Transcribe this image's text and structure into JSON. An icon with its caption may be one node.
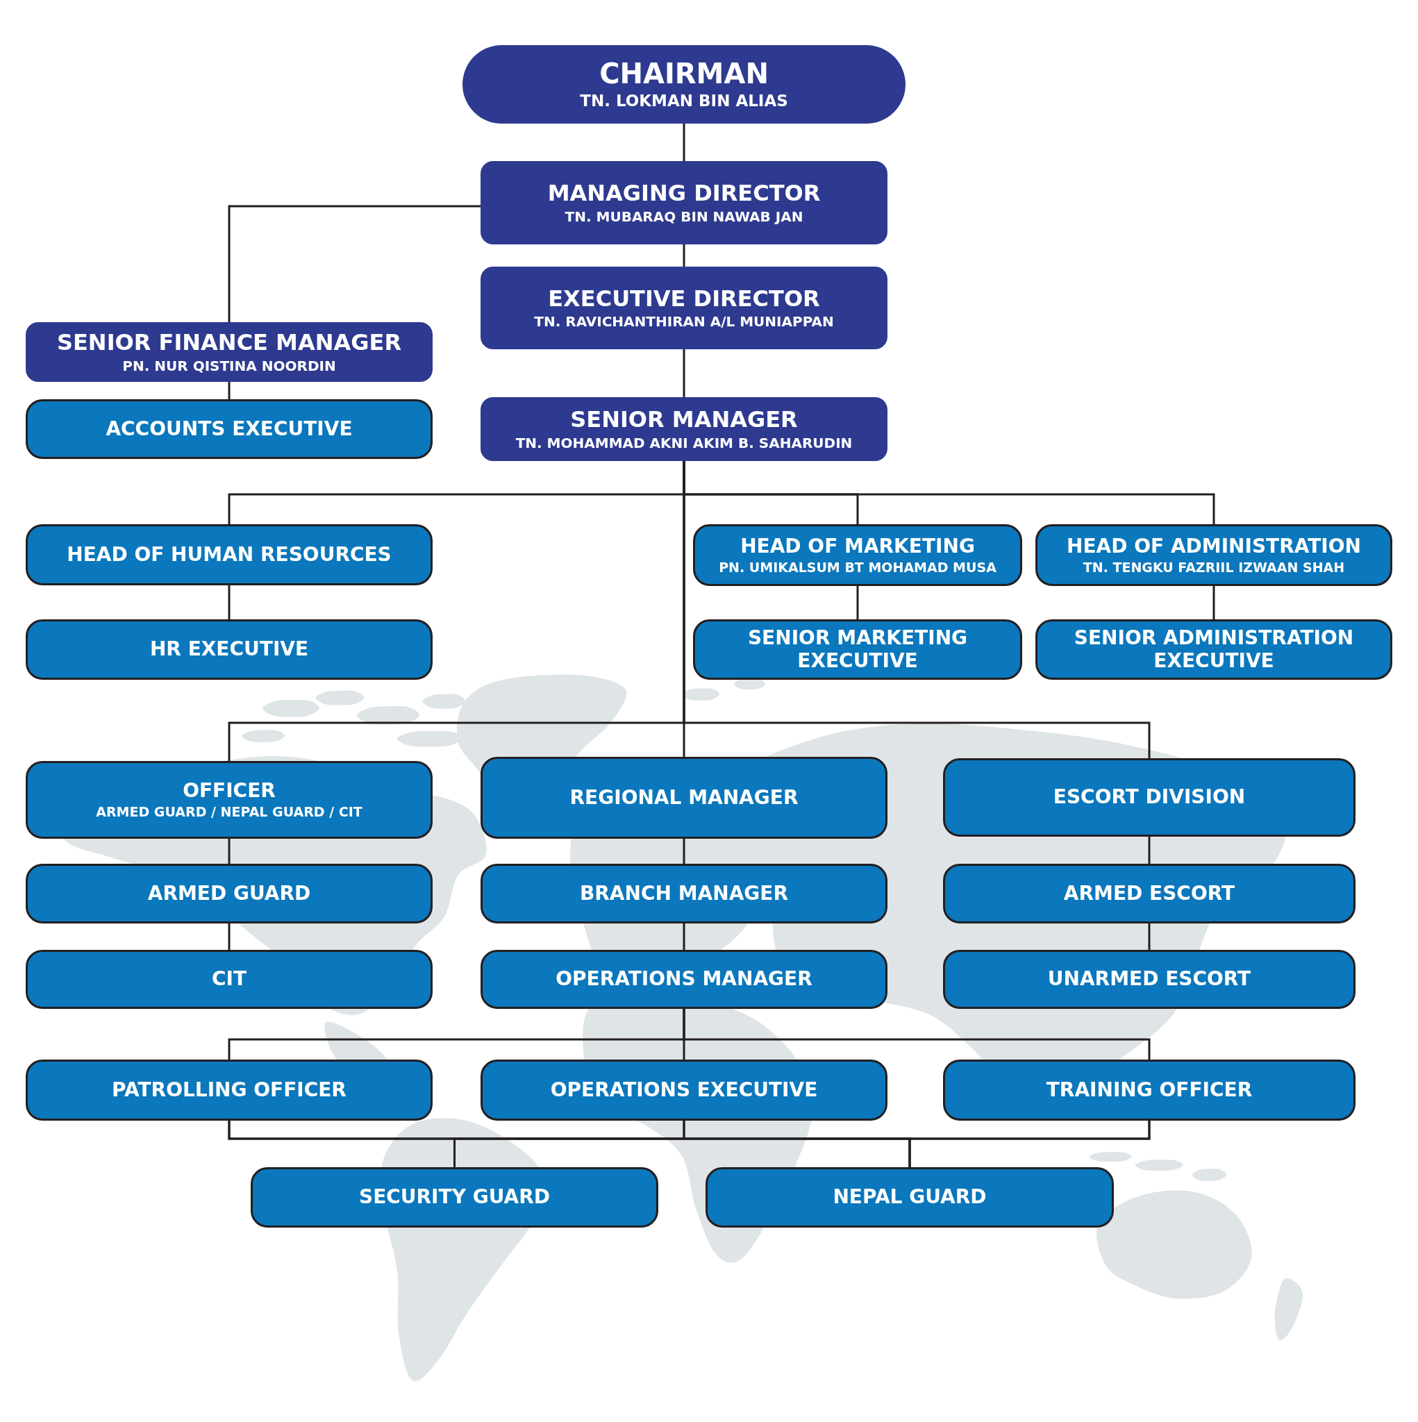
{
  "diagram": {
    "nodes": [
      {
        "text": [
          "CHAIRMAN",
          "TN. LOKMAN BIN ALIAS"
        ]
      },
      {
        "text": [
          "MANAGING DIRECTOR",
          "TN. MUBARAQ BIN NAWAB JAN"
        ]
      },
      {
        "text": [
          "EXECUTIVE DIRECTOR",
          "TN. RAVICHANTHIRAN A/L MUNIAPPAN"
        ]
      },
      {
        "text": [
          "SENIOR FINANCE MANAGER",
          "PN. NUR QISTINA NOORDIN"
        ]
      },
      {
        "text": [
          "ACCOUNTS EXECUTIVE"
        ]
      },
      {
        "text": [
          "SENIOR MANAGER",
          "TN. MOHAMMAD AKNI AKIM B. SAHARUDIN"
        ]
      },
      {
        "text": [
          "HEAD OF HUMAN RESOURCES"
        ]
      },
      {
        "text": [
          "HR EXECUTIVE"
        ]
      },
      {
        "text": [
          "HEAD OF MARKETING",
          "PN. UMIKALSUM BT MOHAMAD MUSA"
        ]
      },
      {
        "text": [
          "HEAD OF ADMINISTRATION",
          "TN. TENGKU FAZRIIL IZWAAN SHAH"
        ]
      },
      {
        "text": [
          "SENIOR MARKETING EXECUTIVE"
        ]
      },
      {
        "text": [
          "SENIOR ADMINISTRATION EXECUTIVE"
        ]
      },
      {
        "text": [
          "OFFICER",
          "ARMED GUARD / NEPAL GUARD / CIT"
        ]
      },
      {
        "text": [
          "REGIONAL MANAGER"
        ]
      },
      {
        "text": [
          "ESCORT DIVISION"
        ]
      },
      {
        "text": [
          "ARMED GUARD"
        ]
      },
      {
        "text": [
          "BRANCH MANAGER"
        ]
      },
      {
        "text": [
          "ARMED ESCORT"
        ]
      },
      {
        "text": [
          "CIT"
        ]
      },
      {
        "text": [
          "OPERATIONS MANAGER"
        ]
      },
      {
        "text": [
          "UNARMED ESCORT"
        ]
      },
      {
        "text": [
          "PATROLLING OFFICER"
        ]
      },
      {
        "text": [
          "OPERATIONS EXECUTIVE"
        ]
      },
      {
        "text": [
          "TRAINING OFFICER"
        ]
      },
      {
        "text": [
          "SECURITY GUARD"
        ]
      },
      {
        "text": [
          "NEPAL GUARD"
        ]
      }
    ],
    "edges": [
      {
        "from": 0,
        "to": 1,
        "arrow": "none"
      },
      {
        "from": 1,
        "to": 2,
        "arrow": "none"
      },
      {
        "from": 1,
        "to": 3,
        "arrow": "none"
      },
      {
        "from": 3,
        "to": 4,
        "arrow": "none"
      },
      {
        "from": 2,
        "to": 5,
        "arrow": "none"
      },
      {
        "from": 5,
        "to": 6,
        "arrow": "none"
      },
      {
        "from": 5,
        "to": 8,
        "arrow": "none"
      },
      {
        "from": 5,
        "to": 9,
        "arrow": "none"
      },
      {
        "from": 5,
        "to": 12,
        "arrow": "none"
      },
      {
        "from": 5,
        "to": 13,
        "arrow": "none"
      },
      {
        "from": 5,
        "to": 14,
        "arrow": "none"
      },
      {
        "from": 6,
        "to": 7,
        "arrow": "none"
      },
      {
        "from": 8,
        "to": 10,
        "arrow": "none"
      },
      {
        "from": 9,
        "to": 11,
        "arrow": "none"
      },
      {
        "from": 12,
        "to": 15,
        "arrow": "none"
      },
      {
        "from": 15,
        "to": 18,
        "arrow": "none"
      },
      {
        "from": 13,
        "to": 16,
        "arrow": "none"
      },
      {
        "from": 16,
        "to": 19,
        "arrow": "none"
      },
      {
        "from": 14,
        "to": 17,
        "arrow": "none"
      },
      {
        "from": 17,
        "to": 20,
        "arrow": "none"
      },
      {
        "from": 19,
        "to": 21,
        "arrow": "none"
      },
      {
        "from": 19,
        "to": 22,
        "arrow": "none"
      },
      {
        "from": 19,
        "to": 23,
        "arrow": "none"
      },
      {
        "from": 21,
        "to": 24,
        "arrow": "none"
      },
      {
        "from": 21,
        "to": 25,
        "arrow": "none"
      },
      {
        "from": 22,
        "to": 24,
        "arrow": "none"
      },
      {
        "from": 22,
        "to": 25,
        "arrow": "none"
      },
      {
        "from": 23,
        "to": 24,
        "arrow": "none"
      },
      {
        "from": 23,
        "to": 25,
        "arrow": "none"
      }
    ]
  }
}
